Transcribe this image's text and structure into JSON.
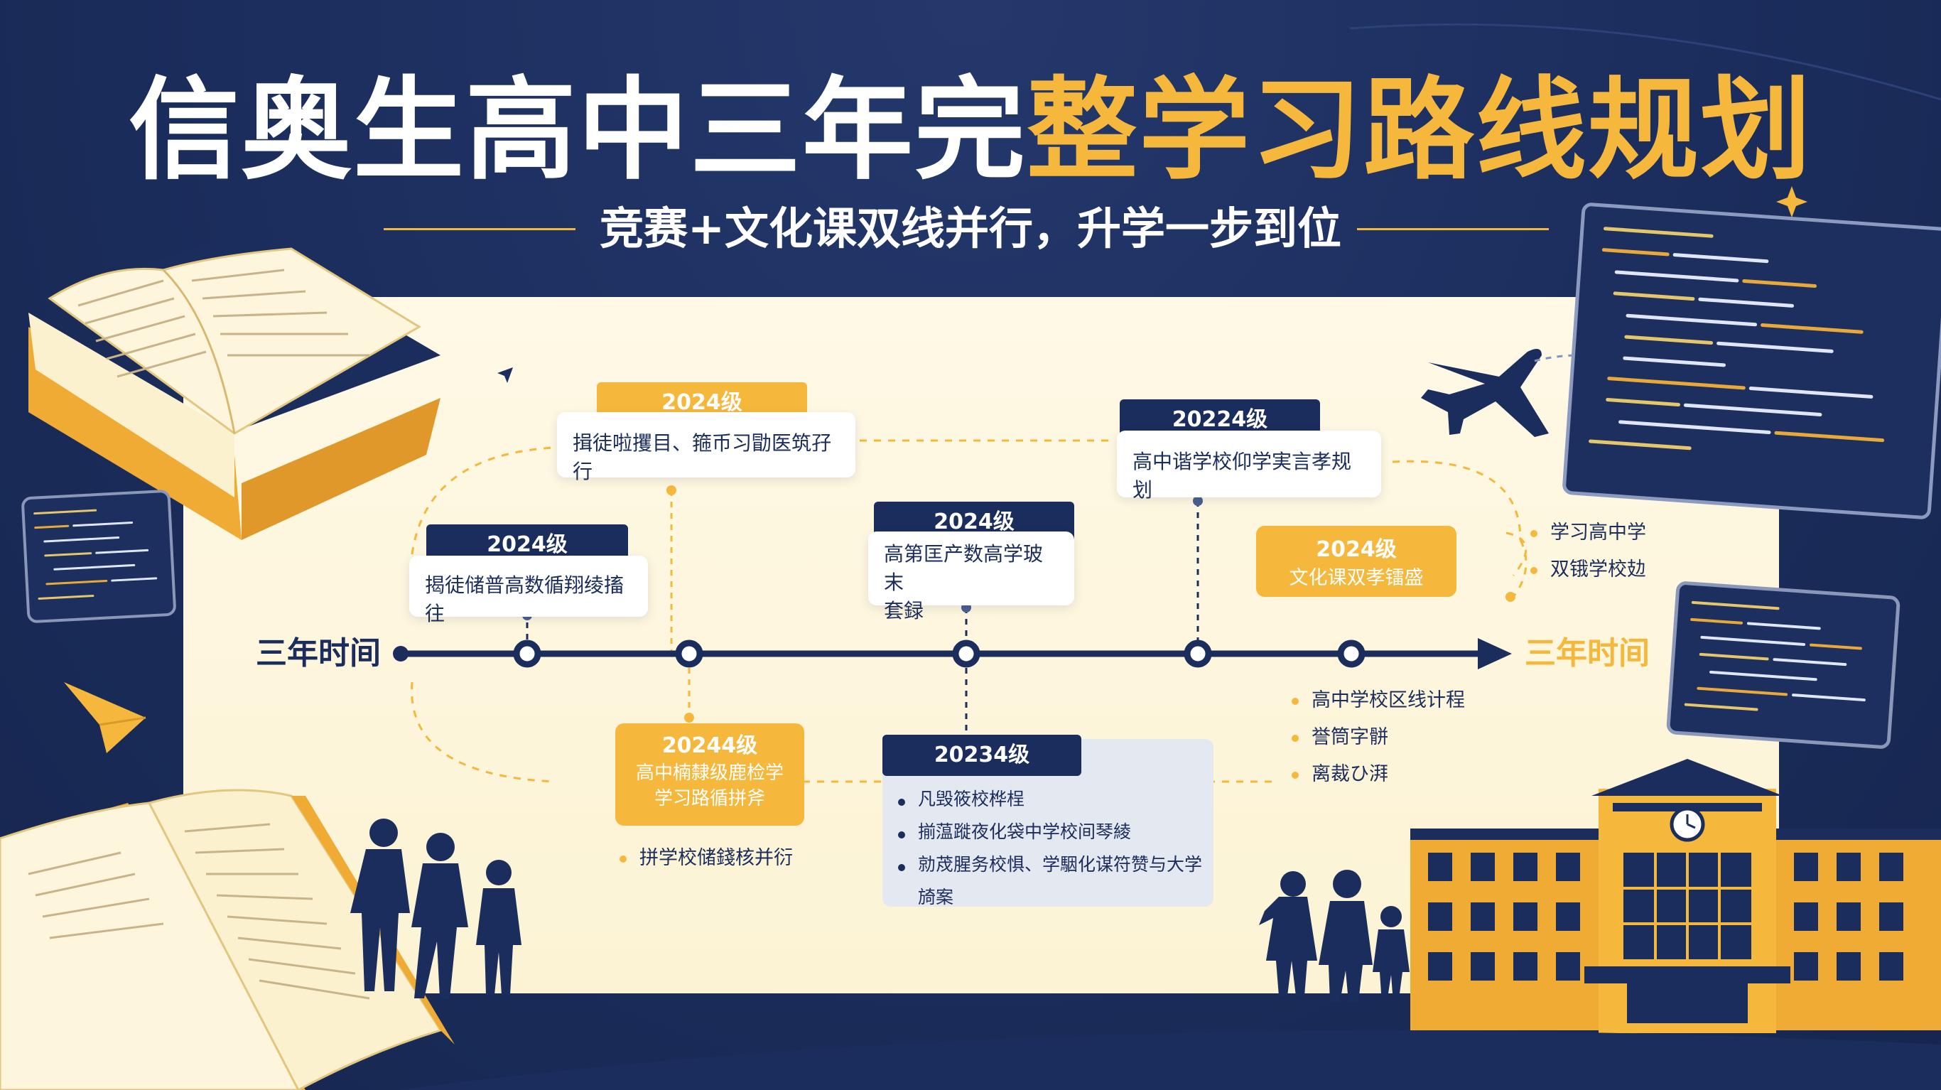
{
  "header": {
    "title_white": "信奥生高中三年完",
    "title_gold": "整学习路线规划",
    "subtitle": "竞赛+文化课双线并行，升学一步到位"
  },
  "timeline": {
    "left_label": "三年时间",
    "right_label": "三年时间"
  },
  "nodes": {
    "n1": {
      "tag": "2024级",
      "text": "揭徒储普高数循翔绫搐往"
    },
    "n2": {
      "tag": "2024级",
      "text": "揖徒啦攫目、箍币习勖医筑孖行"
    },
    "n3": {
      "tag": "2024级",
      "text_l1": "高第匡产数高学玻末",
      "text_l2": "套録"
    },
    "n4": {
      "tag": "20224级",
      "text": "高中谐学校仰学実言孝规划"
    },
    "n5": {
      "tag": "2024级",
      "text": "文化课双孝镭盛"
    },
    "n6": {
      "tag": "20244级",
      "text_l1": "高中楠隸级鹿检学",
      "text_l2": "学习路循拼斧"
    },
    "n7": {
      "tag": "20234级"
    }
  },
  "lists": {
    "below_n6": [
      "拼学校储錢核并衍"
    ],
    "card_n7": [
      "凡毁筱校桦桯",
      "揃蕰蹝夜化袋中学校间琴綾",
      "勍荗腥务校惧、学駰化谋符赞与大学",
      "旑案"
    ],
    "right_bottom": [
      "高中学校区线计程",
      "誉筒字骿",
      "离裁ひ湃"
    ],
    "right_top": [
      "学习高中学",
      "双锇学校攰"
    ]
  },
  "colors": {
    "navy": "#1b2d5c",
    "gold": "#f5b83c",
    "cream": "#fdf6dc"
  }
}
